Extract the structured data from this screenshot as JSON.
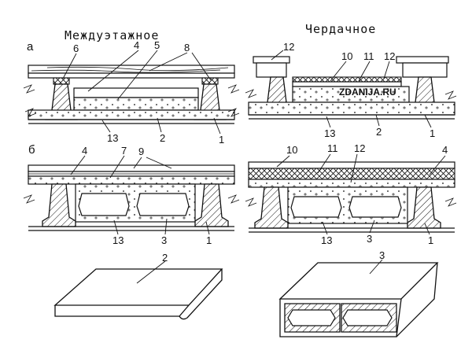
{
  "headings": {
    "interfloor": "Междуэтажное",
    "attic": "Чердачное"
  },
  "row_letters": {
    "a": "а",
    "b": "б"
  },
  "watermark": "ZDANIJA.RU",
  "callouts": {
    "a_left_6": "6",
    "a_left_4": "4",
    "a_left_5": "5",
    "a_left_8": "8",
    "a_left_13": "13",
    "a_left_2": "2",
    "a_left_1": "1",
    "a_right_12a": "12",
    "a_right_10": "10",
    "a_right_11": "11",
    "a_right_12b": "12",
    "a_right_13": "13",
    "a_right_2": "2",
    "a_right_1": "1",
    "b_left_4": "4",
    "b_left_7": "7",
    "b_left_9": "9",
    "b_left_13": "13",
    "b_left_3": "3",
    "b_left_1": "1",
    "b_right_10": "10",
    "b_right_11": "11",
    "b_right_12": "12",
    "b_right_4": "4",
    "b_right_13": "13",
    "b_right_3": "3",
    "b_right_1": "1",
    "panel_2": "2",
    "panel_3": "3"
  }
}
